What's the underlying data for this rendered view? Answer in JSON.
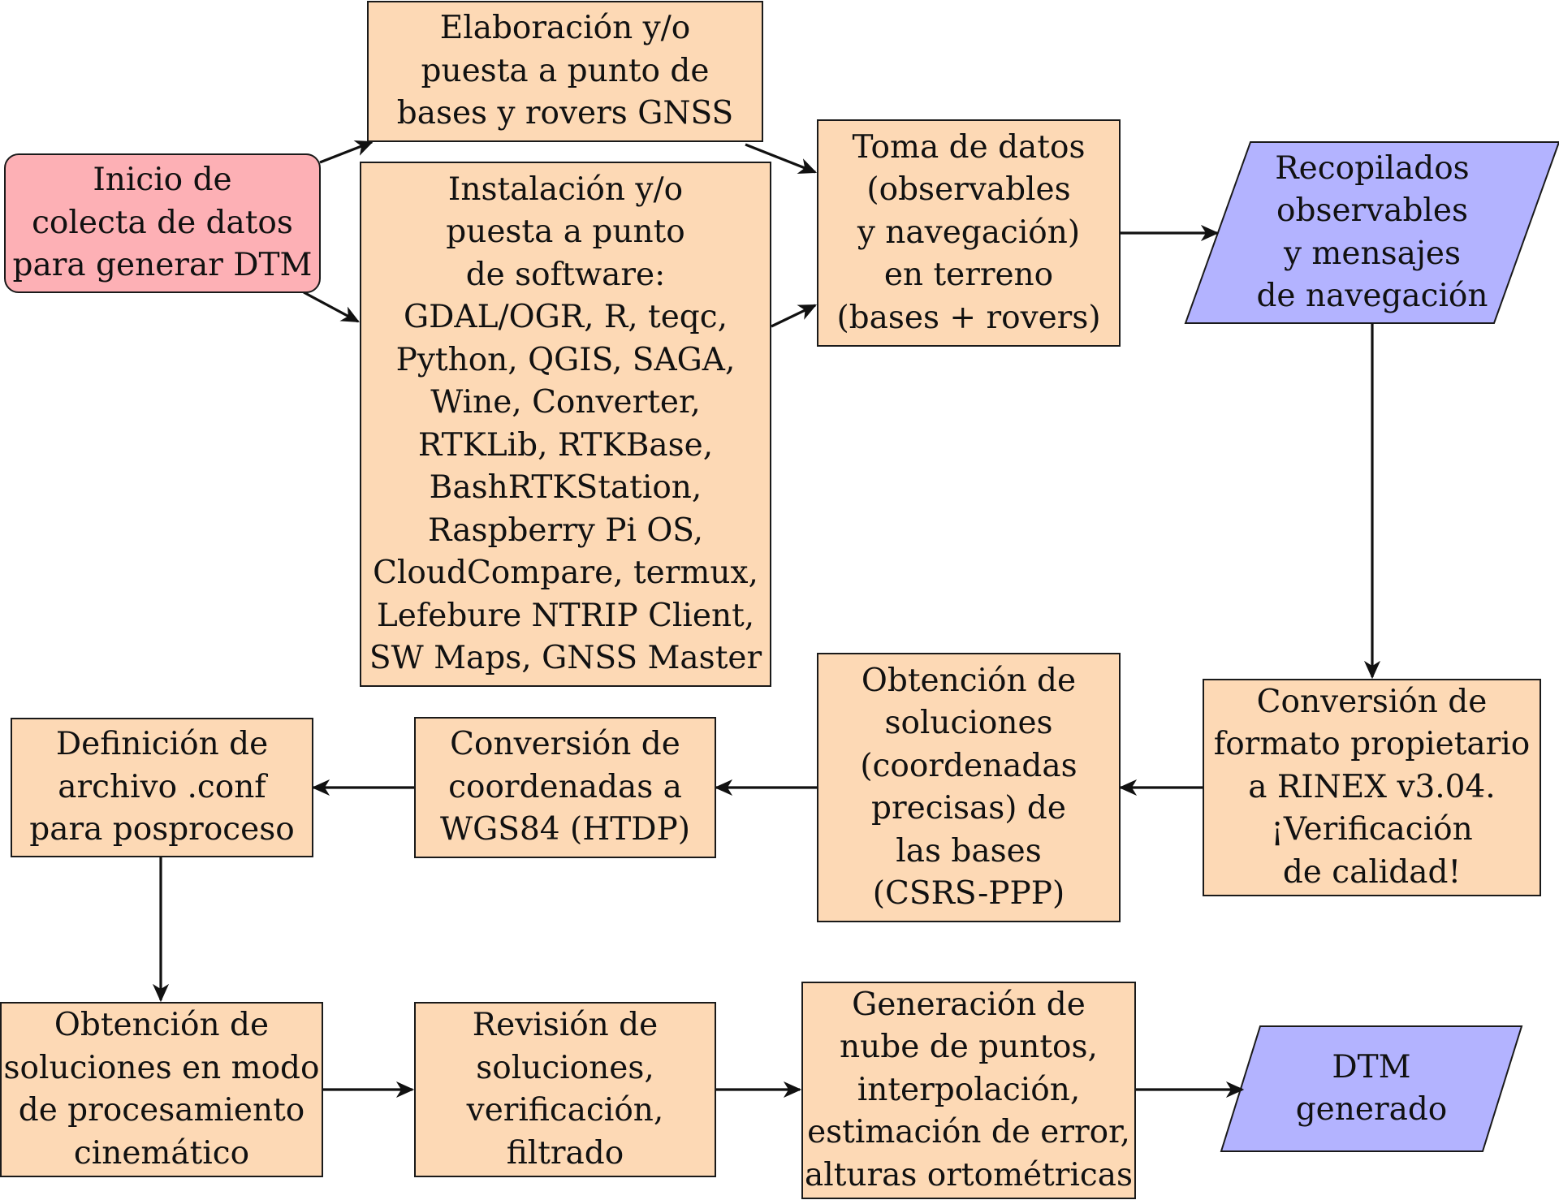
{
  "colors": {
    "process_fill": "#fdd9b5",
    "start_fill": "#fdb0b5",
    "data_fill": "#b3b3ff",
    "stroke": "#1a1a1a"
  },
  "nodes": {
    "start": {
      "lines": [
        "Inicio de",
        "colecta de datos",
        "para generar DTM"
      ]
    },
    "hardware": {
      "lines": [
        "Elaboración y/o",
        "puesta a punto de",
        "bases y rovers GNSS"
      ]
    },
    "software": {
      "lines": [
        "Instalación y/o",
        "puesta a punto",
        "de software:",
        "GDAL/OGR, R, teqc,",
        "Python, QGIS, SAGA,",
        "Wine, Converter,",
        "RTKLib, RTKBase,",
        "BashRTKStation,",
        "Raspberry Pi OS,",
        "CloudCompare, termux,",
        "Lefebure NTRIP Client,",
        "SW Maps, GNSS Master"
      ]
    },
    "field": {
      "lines": [
        "Toma de datos",
        "(observables",
        "y navegación)",
        "en terreno",
        "(bases + rovers)"
      ]
    },
    "collected": {
      "lines": [
        "Recopilados",
        "observables",
        "y mensajes",
        "de navegación"
      ]
    },
    "rinex": {
      "lines": [
        "Conversión de",
        "formato propietario",
        "a RINEX v3.04.",
        "¡Verificación",
        "de calidad!"
      ]
    },
    "ppp": {
      "lines": [
        "Obtención de",
        "soluciones",
        "(coordenadas",
        "precisas) de",
        "las bases",
        "(CSRS-PPP)"
      ]
    },
    "htdp": {
      "lines": [
        "Conversión de",
        "coordenadas a",
        "WGS84 (HTDP)"
      ]
    },
    "conf": {
      "lines": [
        "Definición de",
        "archivo .conf",
        "para posproceso"
      ]
    },
    "kinematic": {
      "lines": [
        "Obtención de",
        "soluciones en modo",
        "de procesamiento",
        "cinemático"
      ]
    },
    "review": {
      "lines": [
        "Revisión de",
        "soluciones,",
        "verificación,",
        "filtrado"
      ]
    },
    "generation": {
      "lines": [
        "Generación de",
        "nube de puntos,",
        "interpolación,",
        "estimación de error,",
        "alturas ortométricas"
      ]
    },
    "dtm": {
      "lines": [
        "DTM",
        "generado"
      ]
    }
  }
}
